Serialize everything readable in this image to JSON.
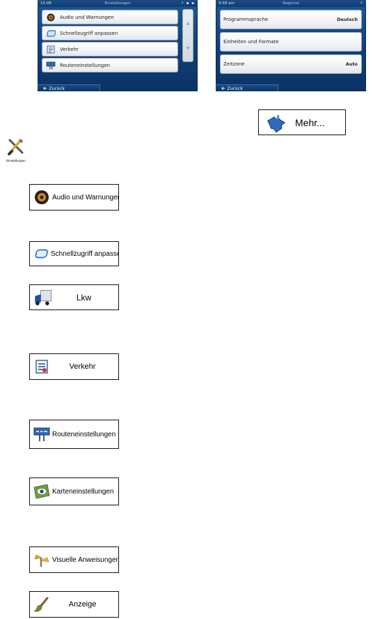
{
  "screen_settings": {
    "time": "15:08",
    "title": "Einstellungen",
    "status_icons": "⚡ ▪ ▪",
    "items": [
      {
        "label": "Audio und Warnungen",
        "icon": "speaker-icon"
      },
      {
        "label": "Schnellzugriff anpassen",
        "icon": "screen-icon"
      },
      {
        "label": "Verkehr",
        "icon": "traffic-icon"
      },
      {
        "label": "Routeneinstellungen",
        "icon": "route-sign-icon"
      }
    ],
    "scroll_up": "▲",
    "scroll_down": "▼",
    "back_label": "Zurück"
  },
  "screen_regional": {
    "time": "9:58 am",
    "title": "Regional",
    "status_icons": "⚡",
    "items": [
      {
        "label": "Programmsprache",
        "value": "Deutsch"
      },
      {
        "label": "Einheiten und Formate",
        "value": ""
      },
      {
        "label": "Zeitzone",
        "value": "Auto"
      }
    ],
    "back_label": "Zurück"
  },
  "more_button": {
    "label": "Mehr...",
    "icon": "puzzle-icon"
  },
  "settings_icon": {
    "caption": "Einstellungen",
    "icon": "tools-icon"
  },
  "buttons": [
    {
      "label": "Audio und Warnungen",
      "icon": "speaker-icon"
    },
    {
      "label": "Schnellzugriff anpassen",
      "icon": "screen-icon"
    },
    {
      "label": "Lkw",
      "icon": "truck-icon"
    },
    {
      "label": "Verkehr",
      "icon": "traffic-icon"
    },
    {
      "label": "Routeneinstellungen",
      "icon": "route-sign-icon"
    },
    {
      "label": "Karteneinstellungen",
      "icon": "map-eye-icon"
    },
    {
      "label": "Visuelle Anweisungen",
      "icon": "signpost-icon"
    },
    {
      "label": "Anzeige",
      "icon": "brush-icon"
    }
  ]
}
